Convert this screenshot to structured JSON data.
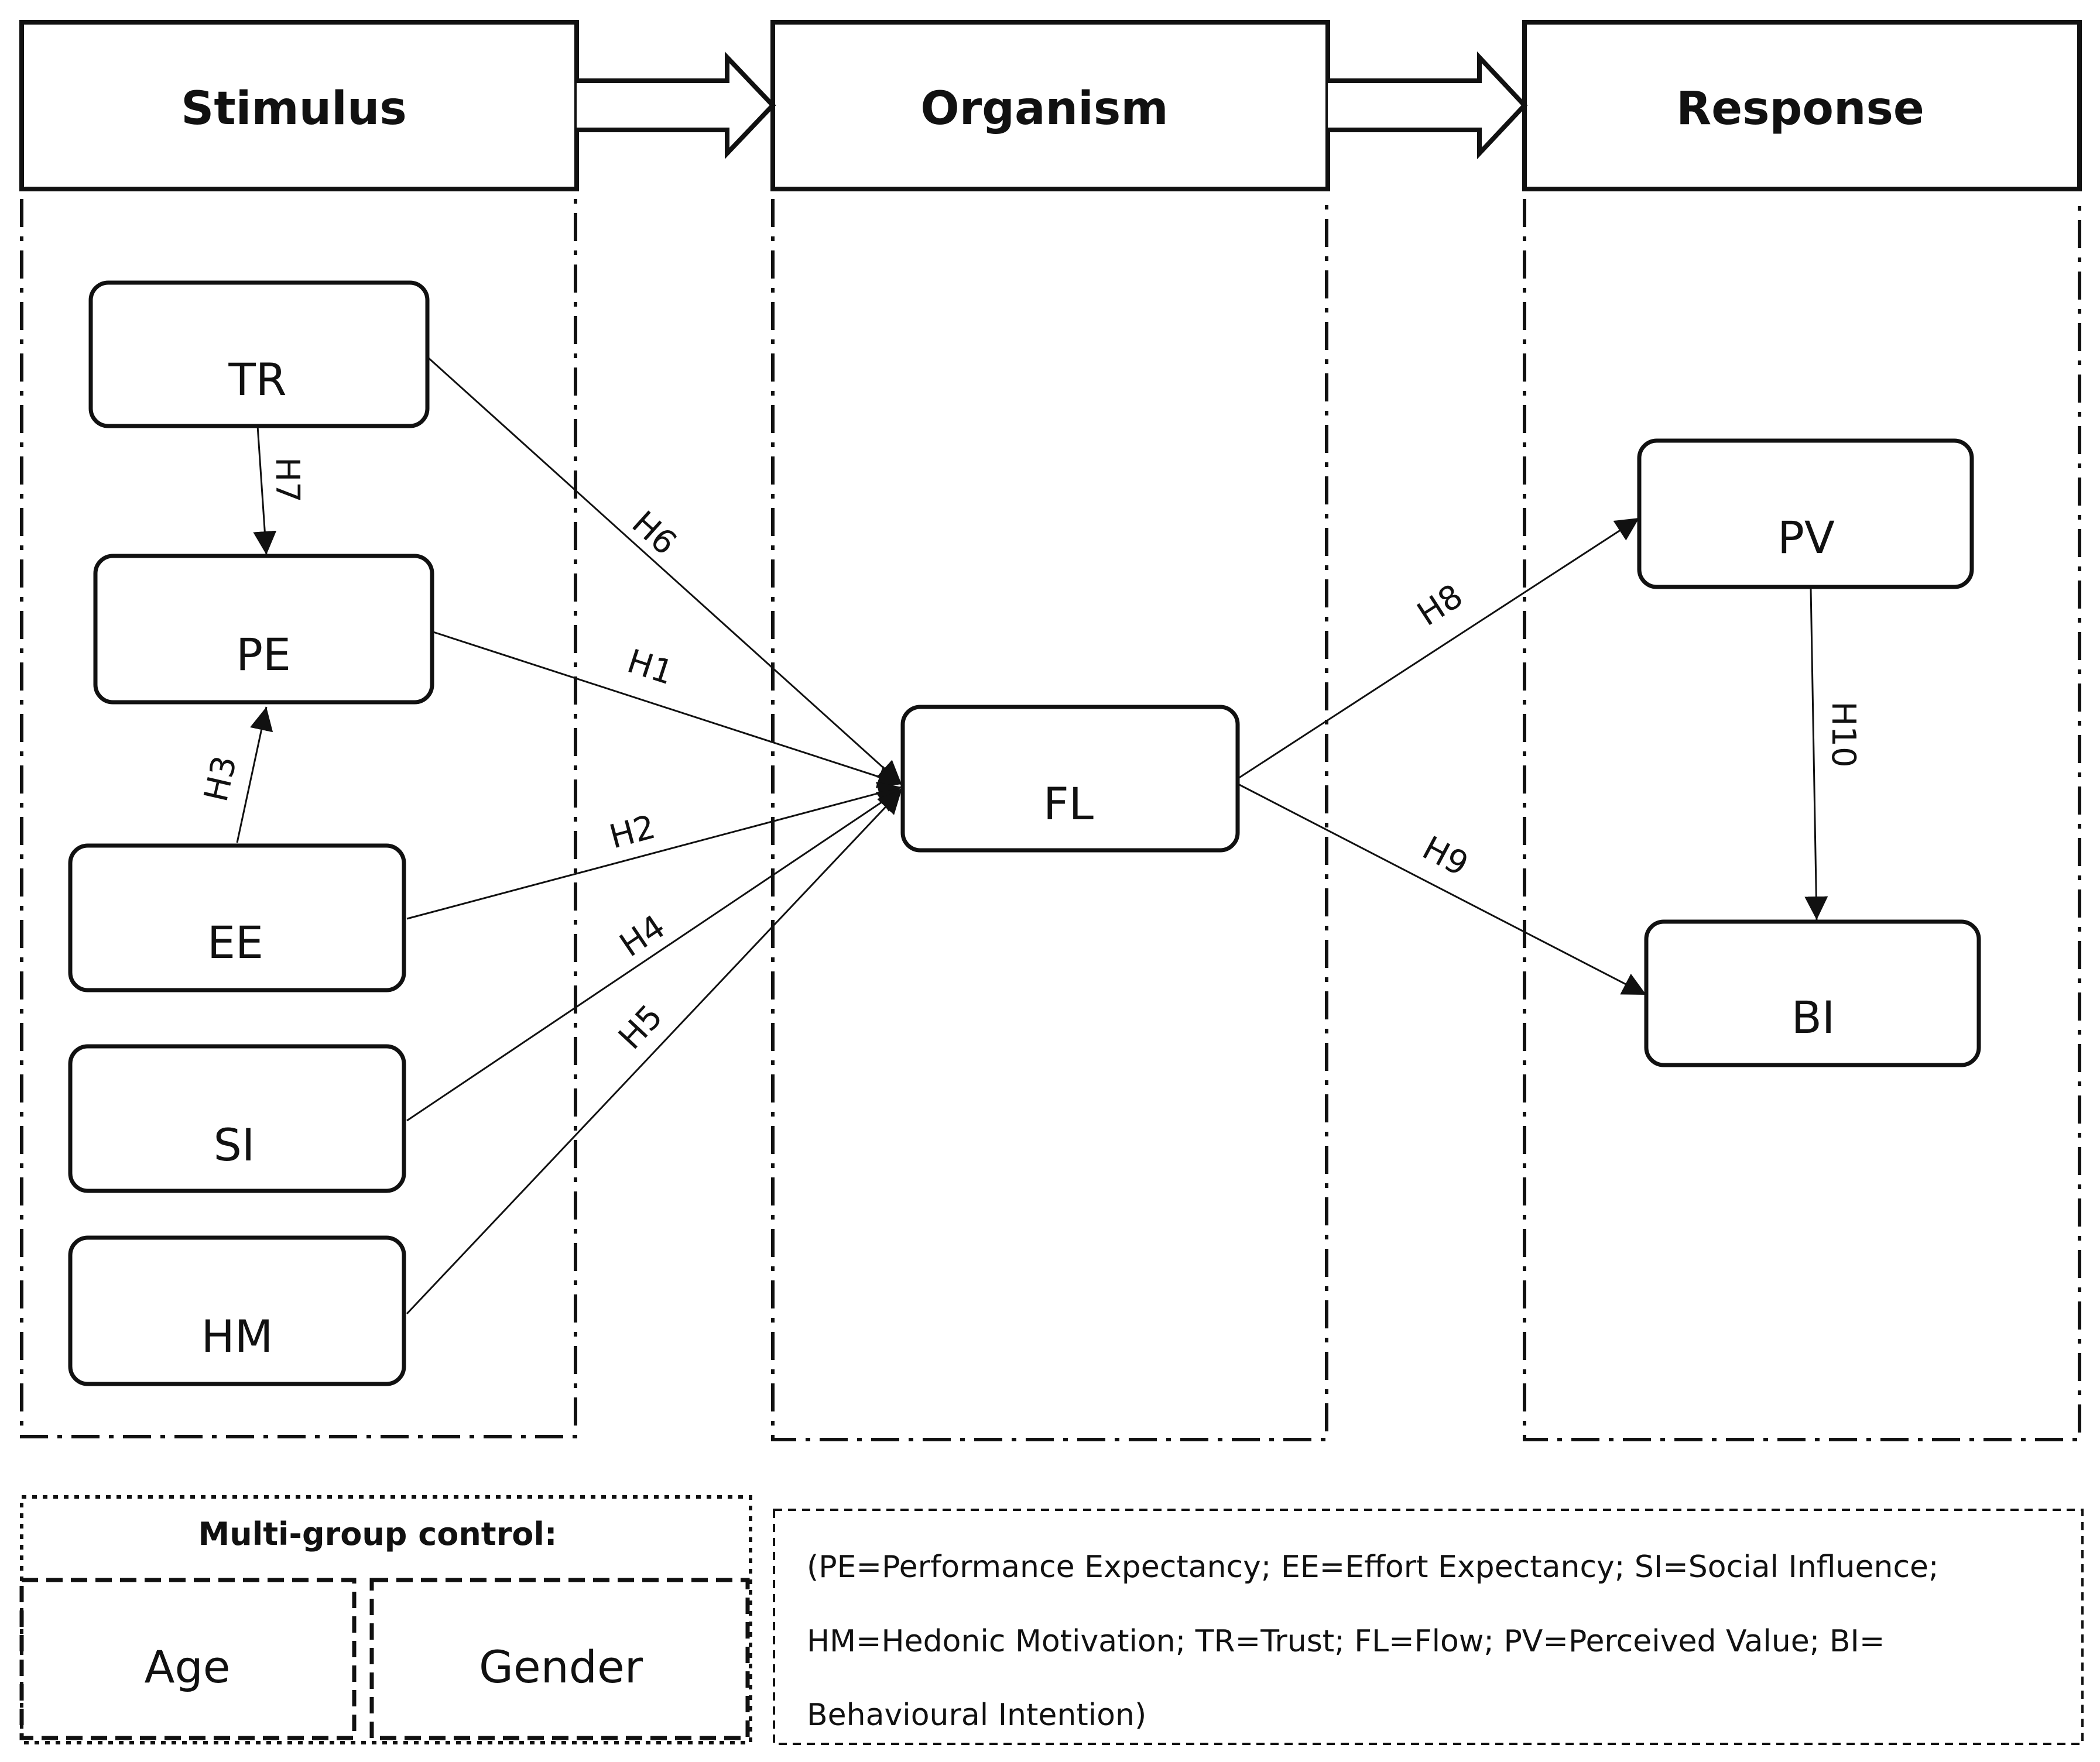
{
  "stages": [
    {
      "id": "stimulus",
      "label": "Stimulus"
    },
    {
      "id": "organism",
      "label": "Organism"
    },
    {
      "id": "response",
      "label": "Response"
    }
  ],
  "nodes": [
    {
      "id": "TR",
      "label": "TR"
    },
    {
      "id": "PE",
      "label": "PE"
    },
    {
      "id": "EE",
      "label": "EE"
    },
    {
      "id": "SI",
      "label": "SI"
    },
    {
      "id": "HM",
      "label": "HM"
    },
    {
      "id": "FL",
      "label": "FL"
    },
    {
      "id": "PV",
      "label": "PV"
    },
    {
      "id": "BI",
      "label": "BI"
    }
  ],
  "hypotheses": [
    {
      "id": "H1",
      "label": "H1",
      "from": "PE",
      "to": "FL"
    },
    {
      "id": "H2",
      "label": "H2",
      "from": "EE",
      "to": "FL"
    },
    {
      "id": "H3",
      "label": "H3",
      "from": "EE",
      "to": "PE"
    },
    {
      "id": "H4",
      "label": "H4",
      "from": "SI",
      "to": "FL"
    },
    {
      "id": "H5",
      "label": "H5",
      "from": "HM",
      "to": "FL"
    },
    {
      "id": "H6",
      "label": "H6",
      "from": "TR",
      "to": "FL"
    },
    {
      "id": "H7",
      "label": "H7",
      "from": "TR",
      "to": "PE"
    },
    {
      "id": "H8",
      "label": "H8",
      "from": "FL",
      "to": "PV"
    },
    {
      "id": "H9",
      "label": "H9",
      "from": "FL",
      "to": "BI"
    },
    {
      "id": "H10",
      "label": "H10",
      "from": "PV",
      "to": "BI"
    }
  ],
  "multigroup": {
    "title": "Multi-group control:",
    "groups": [
      "Age",
      "Gender"
    ]
  },
  "legend": {
    "lines": [
      "(PE=Performance Expectancy; EE=Effort Expectancy; SI=Social  Influence;",
      "HM=Hedonic Motivation; TR=Trust; FL=Flow; PV=Perceived Value; BI=",
      "Behavioural Intention)"
    ]
  }
}
